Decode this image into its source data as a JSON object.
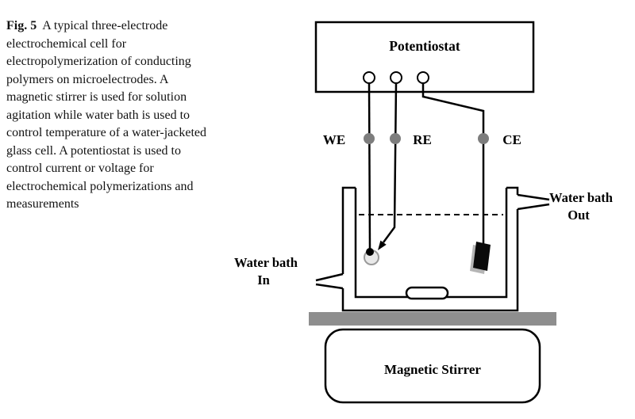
{
  "caption": {
    "label": "Fig. 5",
    "text": "A typical three-electrode electrochemical cell for electropolymerization of conducting polymers on microelectrodes. A magnetic stirrer is used for solution agitation while water bath is used to control temperature of a water-jacketed glass cell. A potentiostat is used to control current or voltage for electrochemical polymerizations and measurements"
  },
  "diagram": {
    "potentiostat_label": "Potentiostat",
    "electrodes": {
      "we": "WE",
      "re": "RE",
      "ce": "CE"
    },
    "water_out": {
      "line1": "Water bath",
      "line2": "Out"
    },
    "water_in": {
      "line1": "Water bath",
      "line2": "In"
    },
    "stirrer_label": "Magnetic Stirrer",
    "colors": {
      "wire": "#000000",
      "connector_dot": "#7d7d7d",
      "stirrer_plate": "#8e8e8e",
      "counter_electrode": "#0a0a0a",
      "counter_electrode_edge": "#b5b5b5"
    }
  }
}
